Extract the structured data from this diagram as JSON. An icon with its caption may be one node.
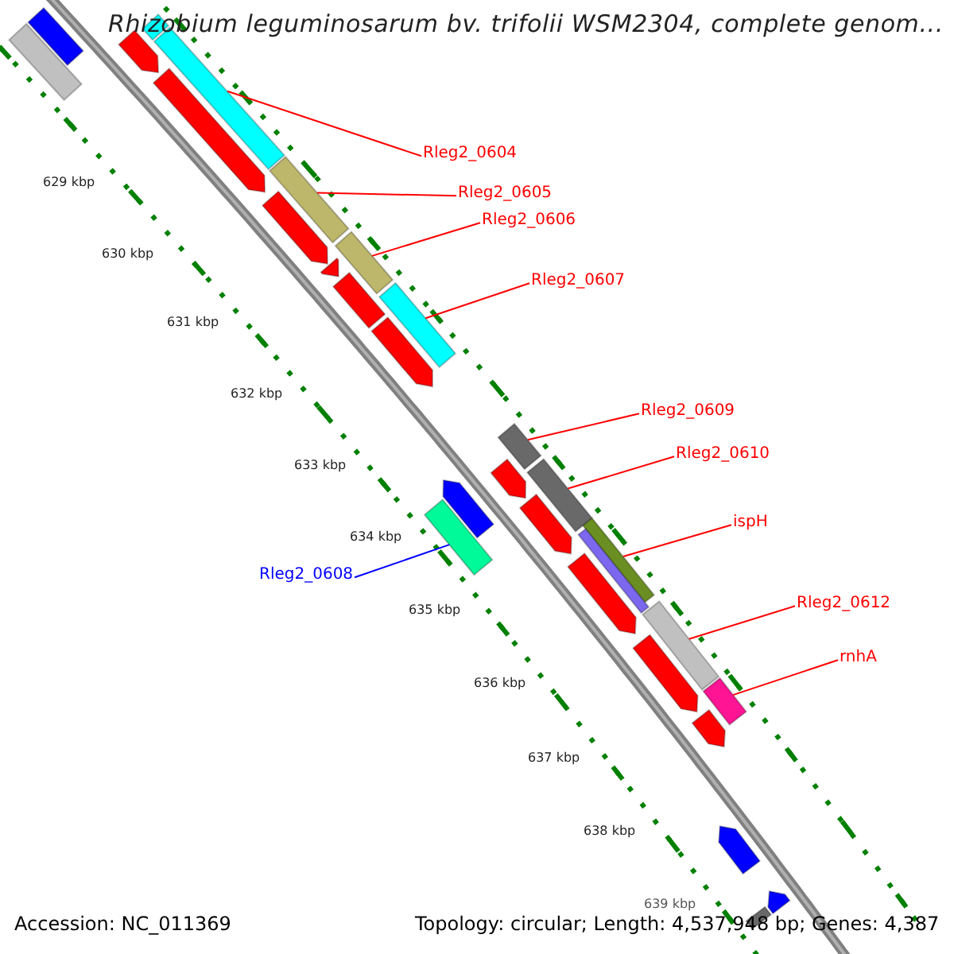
{
  "diagram": {
    "title": "Rhizobium leguminosarum bv. trifolii WSM2304, complete genom...",
    "nodes": [
      {
        "text": [
          "Rleg2_0604"
        ]
      },
      {
        "text": [
          "Rleg2_0605"
        ]
      },
      {
        "text": [
          "Rleg2_0606"
        ]
      },
      {
        "text": [
          "Rleg2_0607"
        ]
      },
      {
        "text": [
          "Rleg2_0609"
        ]
      },
      {
        "text": [
          "Rleg2_0610"
        ]
      },
      {
        "text": [
          "ispH"
        ]
      },
      {
        "text": [
          "Rleg2_0612"
        ]
      },
      {
        "text": [
          "rnhA"
        ]
      },
      {
        "text": [
          "Rleg2_0608"
        ]
      },
      {
        "text": [],
        "shape": "bar"
      },
      {
        "text": [],
        "shape": "bar"
      },
      {
        "text": [],
        "shape": "bar"
      },
      {
        "text": [],
        "shape": "bar"
      },
      {
        "text": [],
        "shape": "bar"
      },
      {
        "text": [],
        "shape": "bar"
      },
      {
        "text": [],
        "shape": "bar"
      },
      {
        "text": [],
        "shape": "bar"
      },
      {
        "text": [],
        "shape": "bar"
      },
      {
        "text": [],
        "shape": "bar"
      },
      {
        "text": [],
        "shape": "bar"
      },
      {
        "text": [],
        "shape": "bar"
      },
      {
        "text": [],
        "shape": "bar"
      },
      {
        "text": [],
        "shape": "bar"
      },
      {
        "text": [],
        "shape": "bar"
      },
      {
        "text": [],
        "shape": "bar"
      },
      {
        "text": [],
        "shape": "bar"
      },
      {
        "text": [],
        "shape": "bar"
      },
      {
        "text": [],
        "shape": "bar"
      },
      {
        "text": [],
        "shape": "bar"
      },
      {
        "text": [],
        "shape": "bar"
      },
      {
        "text": [],
        "shape": "bar"
      },
      {
        "text": [],
        "shape": "bar"
      },
      {
        "text": [],
        "shape": "bar"
      },
      {
        "text": [],
        "shape": "bar"
      },
      {
        "text": [],
        "shape": "bar"
      },
      {
        "text": [],
        "shape": "bar"
      },
      {
        "text": [],
        "shape": "bar"
      },
      {
        "text": [],
        "shape": "bar"
      }
    ],
    "edges": [
      {
        "from": 0,
        "to": 14,
        "arrow": "none",
        "color": "#ff0000"
      },
      {
        "from": 1,
        "to": 16,
        "arrow": "none",
        "color": "#ff0000"
      },
      {
        "from": 2,
        "to": 18,
        "arrow": "none",
        "color": "#ff0000"
      },
      {
        "from": 3,
        "to": 21,
        "arrow": "none",
        "color": "#ff0000"
      },
      {
        "from": 4,
        "to": 24,
        "arrow": "none",
        "color": "#ff0000"
      },
      {
        "from": 5,
        "to": 27,
        "arrow": "none",
        "color": "#ff0000"
      },
      {
        "from": 6,
        "to": 29,
        "arrow": "none",
        "color": "#ff0000"
      },
      {
        "from": 7,
        "to": 32,
        "arrow": "none",
        "color": "#ff0000"
      },
      {
        "from": 8,
        "to": 34,
        "arrow": "none",
        "color": "#ff0000"
      },
      {
        "from": 9,
        "to": 25,
        "arrow": "none",
        "color": "#0000ff"
      }
    ],
    "labels": [
      "629 kbp",
      "630 kbp",
      "631 kbp",
      "632 kbp",
      "633 kbp",
      "634 kbp",
      "635 kbp",
      "636 kbp",
      "637 kbp",
      "638 kbp",
      "639 kbp",
      "Accession: NC_011369",
      "Topology: circular; Length: 4,537,948 bp; Genes: 4,387"
    ]
  }
}
